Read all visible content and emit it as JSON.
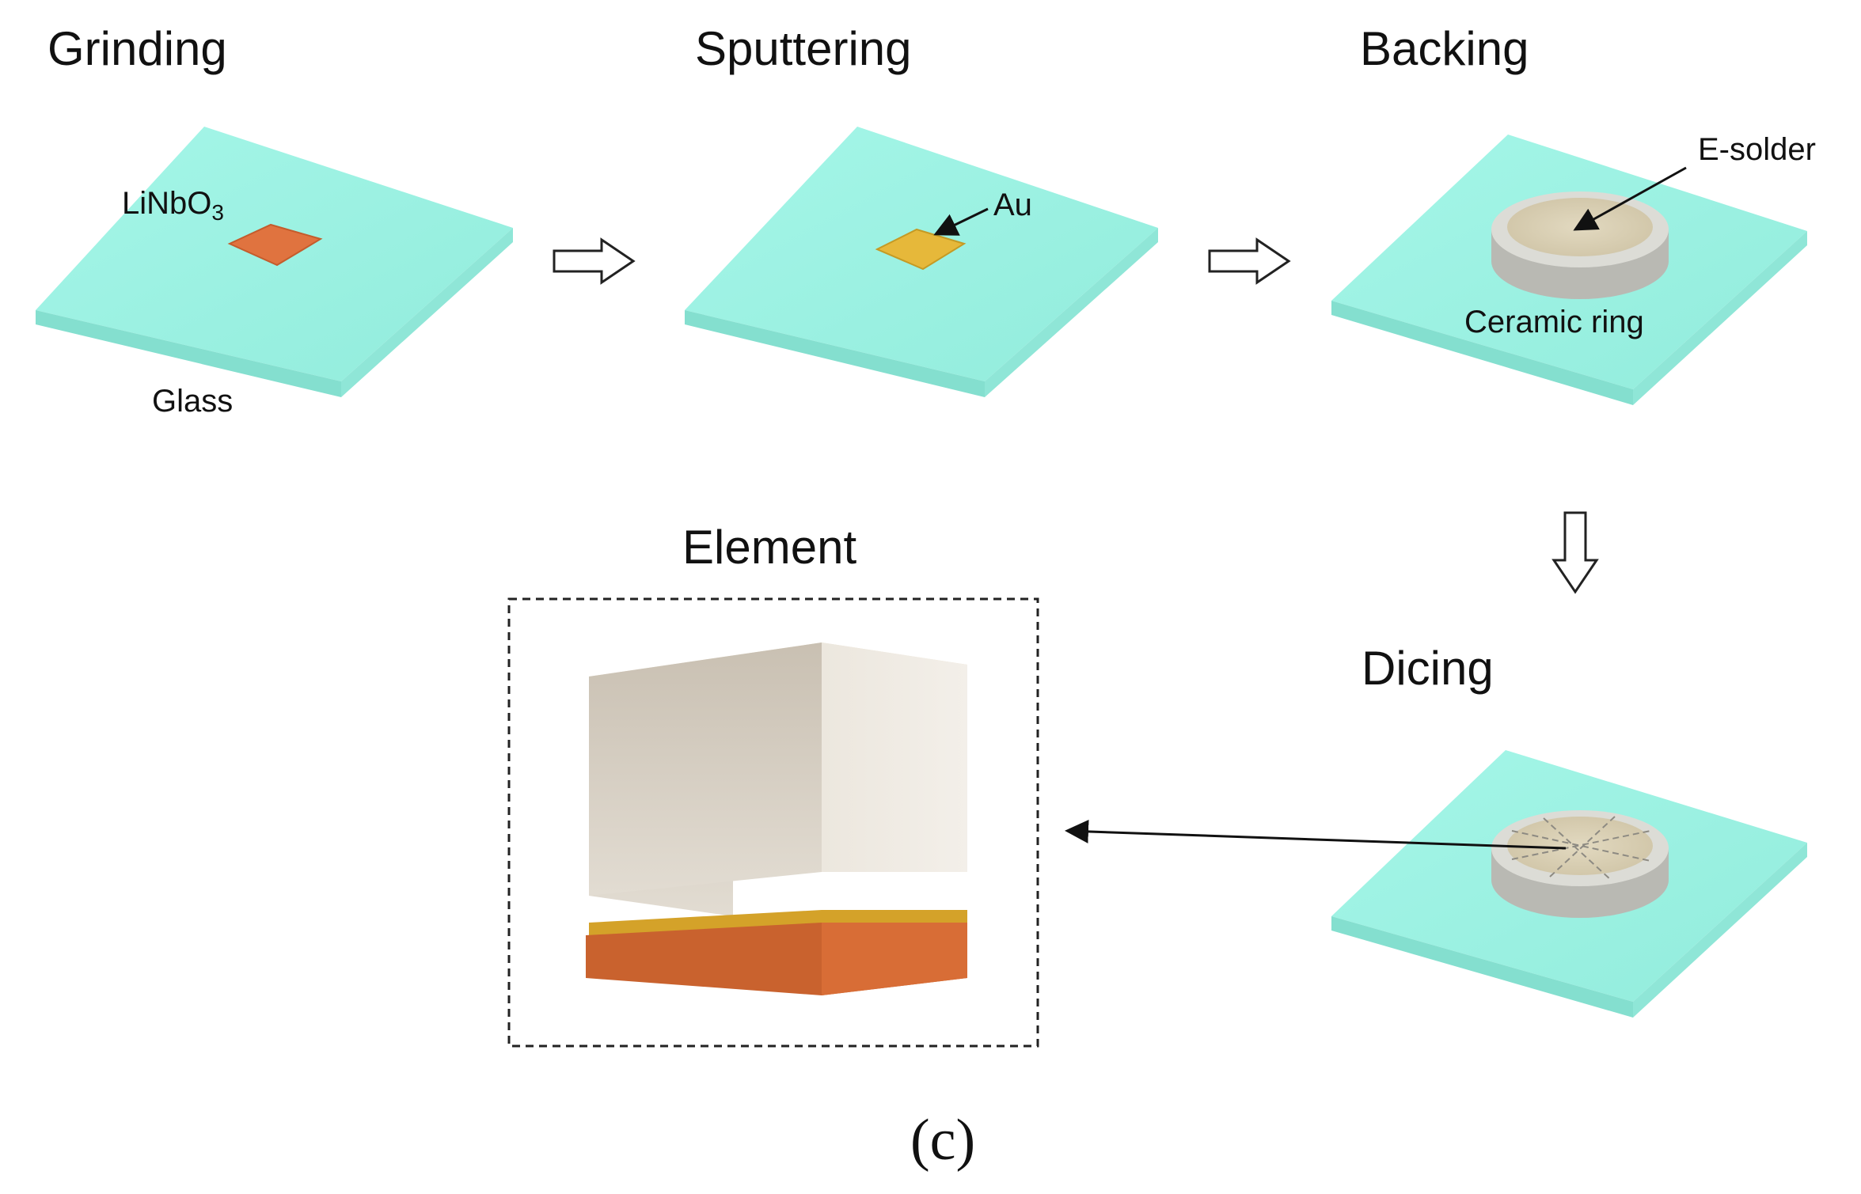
{
  "steps": {
    "grinding": "Grinding",
    "sputtering": "Sputtering",
    "backing": "Backing",
    "dicing": "Dicing",
    "element": "Element"
  },
  "labels": {
    "linbo_main": "LiNbO",
    "linbo_sub": "3",
    "glass": "Glass",
    "au": "Au",
    "e_solder": "E-solder",
    "ceramic_ring": "Ceramic ring"
  },
  "caption": "(c)",
  "colors": {
    "glass_top": "#9cf3e4",
    "glass_side": "#86e2d2",
    "linbo3": "#e0733f",
    "gold": "#e6b83a",
    "ring": "#d8d8d2",
    "solder": "#d9cfb4",
    "cube_front": "#d2cabc",
    "cube_top": "#efe5cf",
    "cube_side": "#e7e1d6"
  }
}
